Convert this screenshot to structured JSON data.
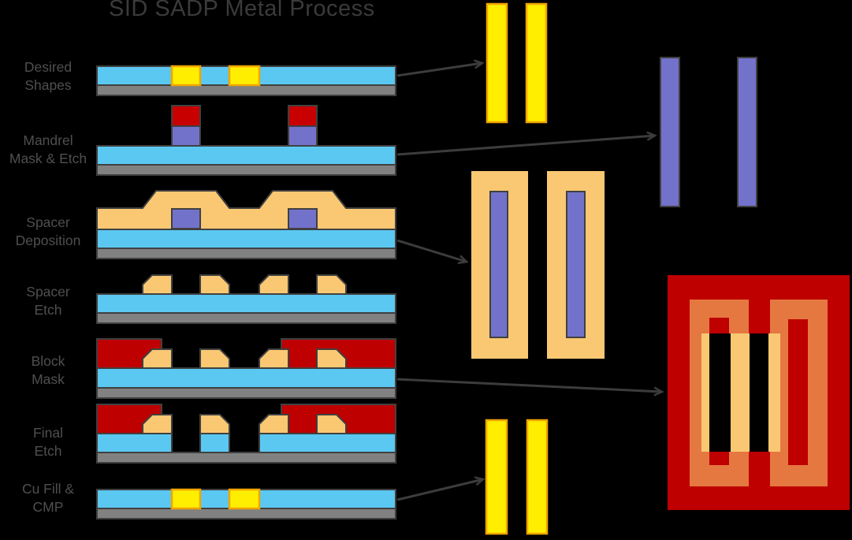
{
  "title": "SID SADP Metal Process",
  "steps": [
    {
      "id": "desired-shapes",
      "label": "Desired\nShapes"
    },
    {
      "id": "mandrel-mask-etch",
      "label": "Mandrel\nMask & Etch"
    },
    {
      "id": "spacer-deposition",
      "label": "Spacer\nDeposition"
    },
    {
      "id": "spacer-etch",
      "label": "Spacer\nEtch"
    },
    {
      "id": "block-mask",
      "label": "Block\nMask"
    },
    {
      "id": "final-etch",
      "label": "Final\nEtch"
    },
    {
      "id": "cu-fill-cmp",
      "label": "Cu Fill &\nCMP"
    }
  ],
  "colors": {
    "background": "#000000",
    "title_text": "#3a3a3c",
    "label_text": "#4f4f4f",
    "outline": "#404040",
    "arrow": "#3c3c3c",
    "oxide_cyan": "#5bc8f2",
    "substrate_gray": "#818181",
    "metal_yellow": "#ffee00",
    "metal_border": "#f0a500",
    "mandrel_purple": "#7372cb",
    "mandrel_cap_red": "#c80000",
    "block_red": "#be0000",
    "spacer_tan": "#fac873",
    "block_orange": "#e57840",
    "etch_black": "#000000"
  }
}
